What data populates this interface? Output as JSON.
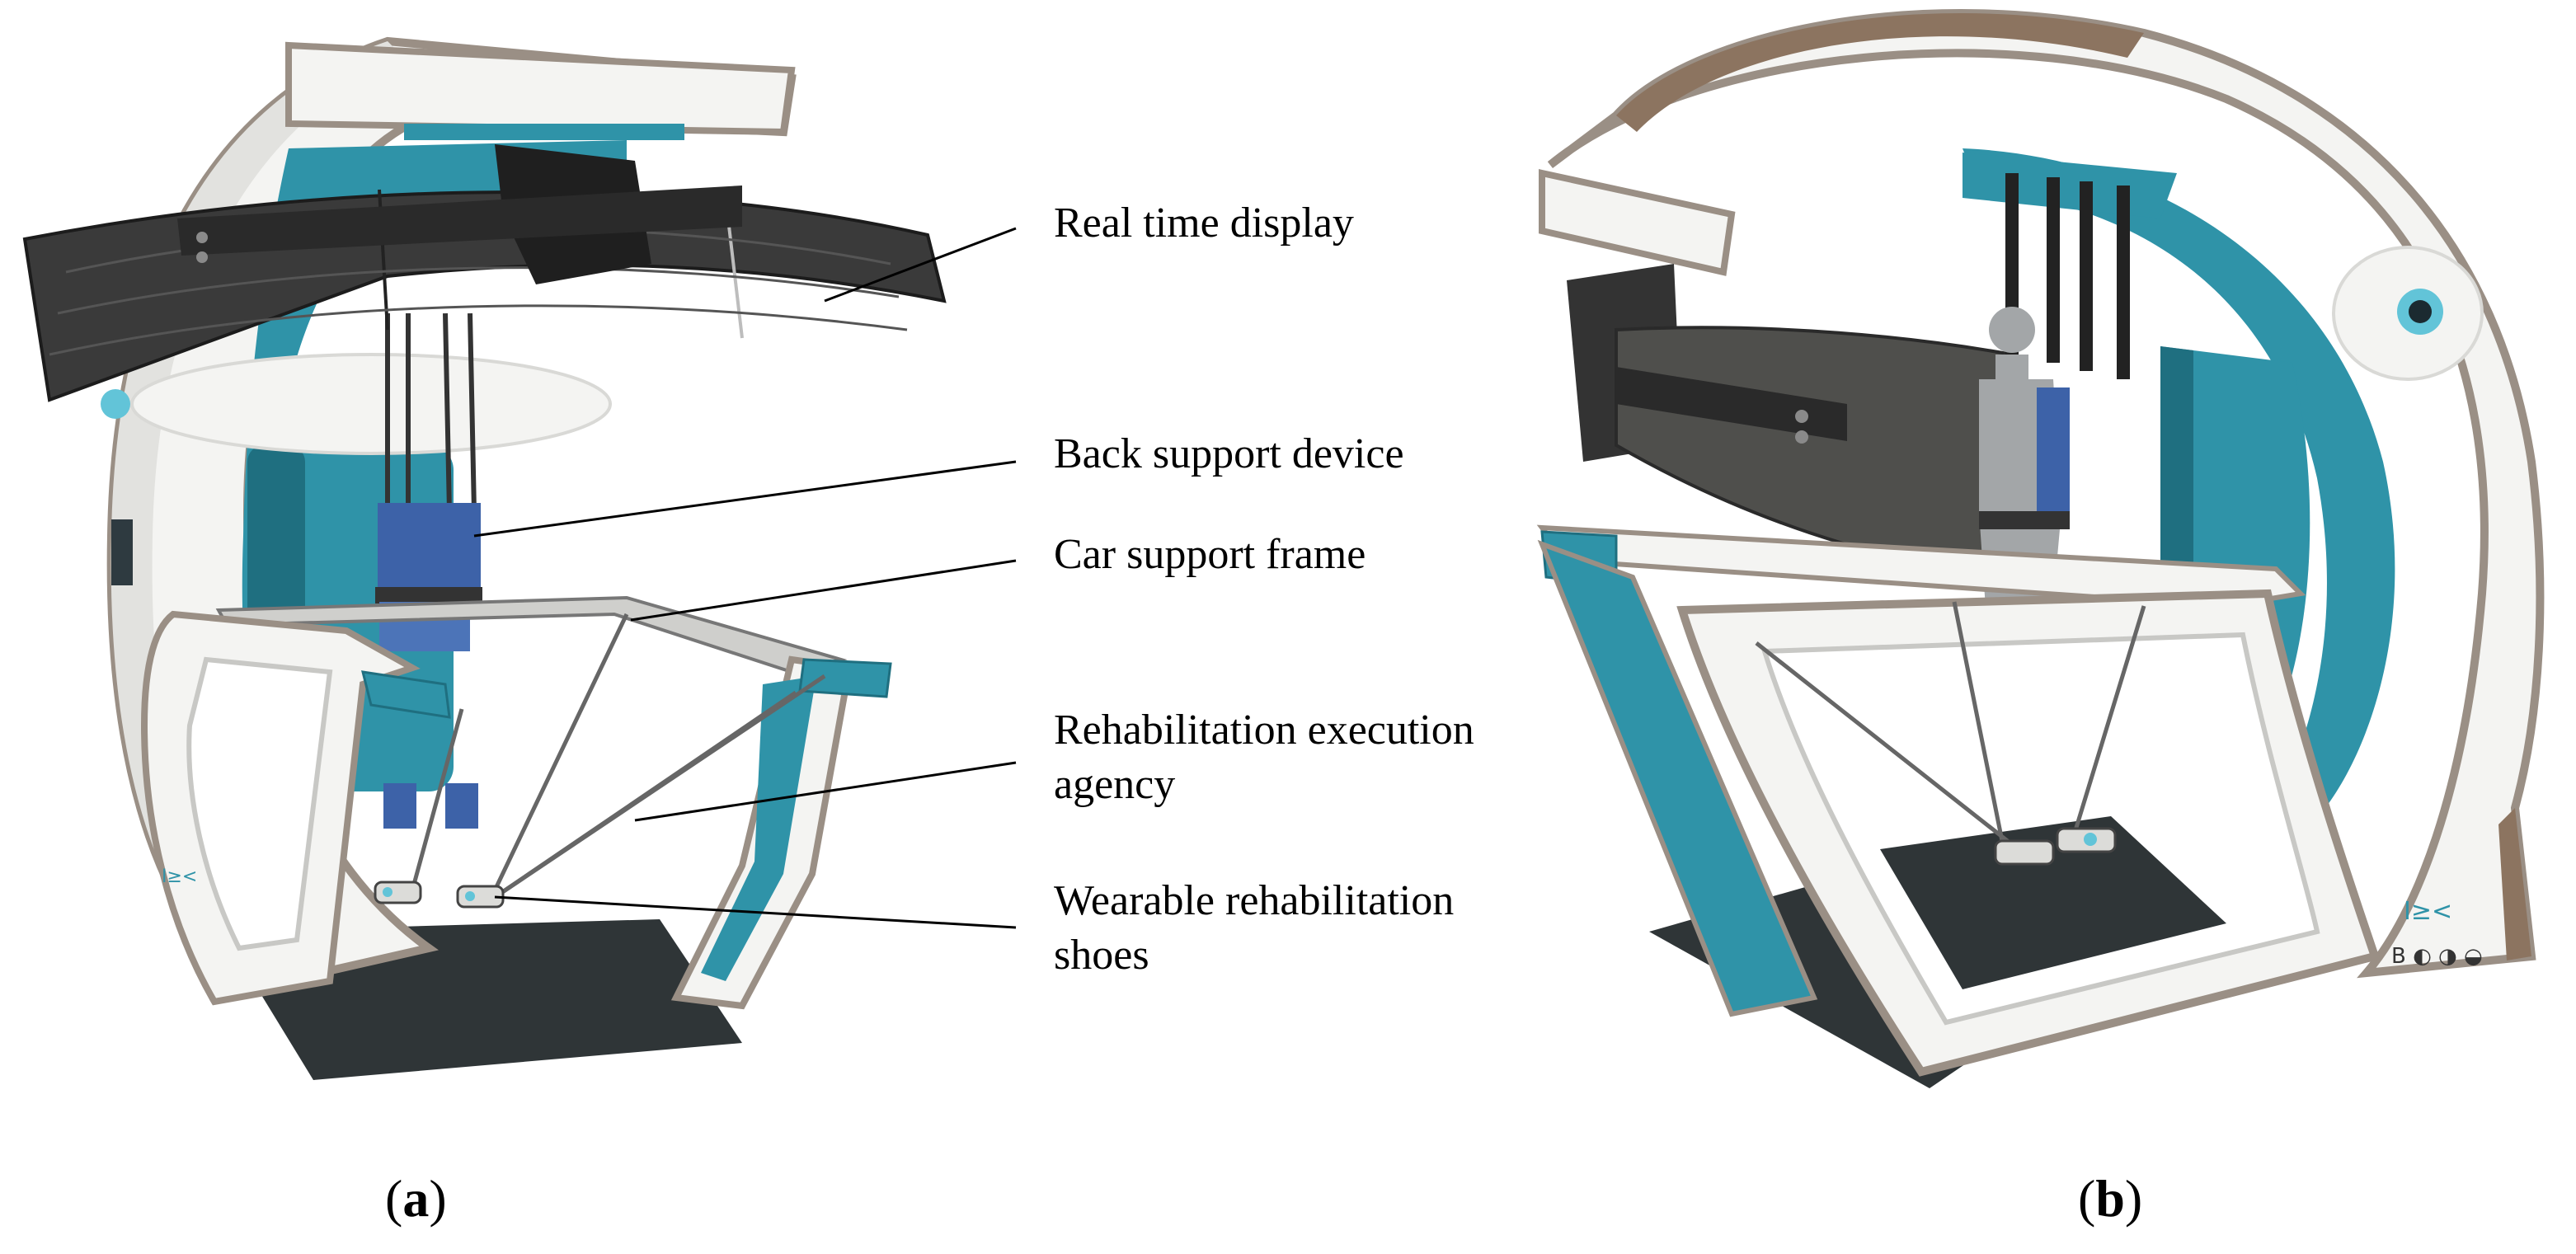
{
  "figure": {
    "callouts": [
      {
        "id": "real-time-display",
        "lines": [
          "Real time display"
        ]
      },
      {
        "id": "back-support-device",
        "lines": [
          "Back support device"
        ]
      },
      {
        "id": "car-support-frame",
        "lines": [
          "Car support frame"
        ]
      },
      {
        "id": "rehabilitation-execution-agency",
        "lines": [
          "Rehabilitation execution",
          "agency"
        ]
      },
      {
        "id": "wearable-rehabilitation-shoes",
        "lines": [
          "Wearable rehabilitation",
          "shoes"
        ]
      }
    ],
    "panels": [
      {
        "id": "a",
        "letter": "a"
      },
      {
        "id": "b",
        "letter": "b"
      }
    ]
  },
  "colors": {
    "shell_white": "#f4f4f2",
    "shell_shadow": "#d9d9d6",
    "rim_gray": "#9a8f85",
    "rim_brown": "#8c7460",
    "teal": "#2f93a8",
    "teal_dark": "#1f6f80",
    "teal_light": "#62c4d8",
    "display_dark": "#3a3a3a",
    "display_mid": "#4f4f4c",
    "floor_dark": "#2f3537",
    "frame_gray": "#cfcfcc",
    "human_gray": "#a3a6a8",
    "strap_blue": "#3d62a8"
  }
}
